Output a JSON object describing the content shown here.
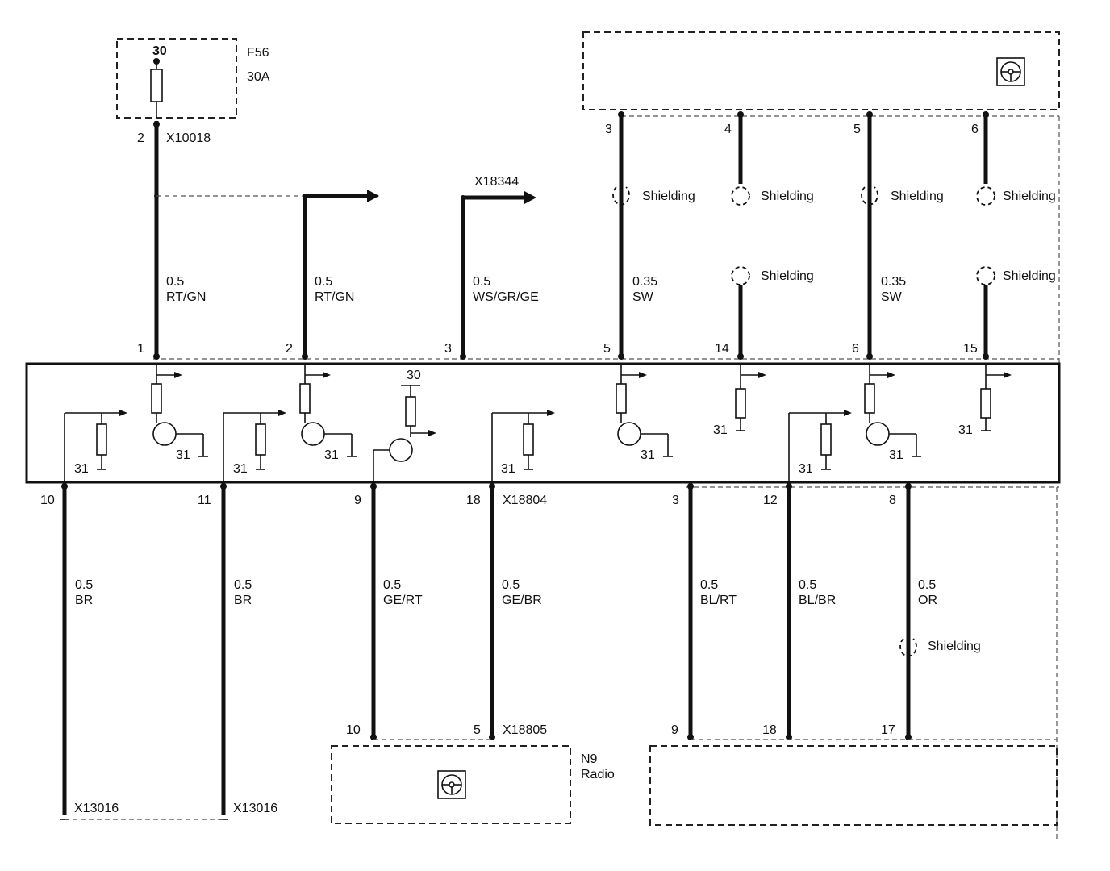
{
  "fuse": {
    "pin": "30",
    "name": "F56",
    "rating": "30A",
    "pin_out": "2",
    "connector": "X10018"
  },
  "branch": {
    "connector": "X18344"
  },
  "shielding_label": "Shielding",
  "ground": "31",
  "supply": "30",
  "top_wires": [
    {
      "top_pin": "",
      "size": "0.5",
      "color": "RT/GN",
      "bottom_pin": "1"
    },
    {
      "top_pin": "",
      "size": "0.5",
      "color": "RT/GN",
      "bottom_pin": "2"
    },
    {
      "top_pin": "",
      "size": "0.5",
      "color": "WS/GR/GE",
      "bottom_pin": "3"
    },
    {
      "top_pin": "3",
      "size": "0.35",
      "color": "SW",
      "bottom_pin": "5"
    },
    {
      "top_pin": "4",
      "size": "",
      "color": "",
      "bottom_pin": "14"
    },
    {
      "top_pin": "5",
      "size": "0.35",
      "color": "SW",
      "bottom_pin": "6"
    },
    {
      "top_pin": "6",
      "size": "",
      "color": "",
      "bottom_pin": "15"
    }
  ],
  "bottom_wires": [
    {
      "top_pin": "10",
      "size": "0.5",
      "color": "BR",
      "end_pin": "",
      "end_connector": "X13016"
    },
    {
      "top_pin": "11",
      "size": "0.5",
      "color": "BR",
      "end_pin": "",
      "end_connector": "X13016"
    },
    {
      "top_pin": "9",
      "size": "0.5",
      "color": "GE/RT",
      "end_pin": "10",
      "end_connector": ""
    },
    {
      "top_pin": "18",
      "size": "0.5",
      "color": "GE/BR",
      "end_pin": "5",
      "end_connector": "X18805"
    },
    {
      "top_pin": "3",
      "size": "0.5",
      "color": "BL/RT",
      "end_pin": "9",
      "end_connector": ""
    },
    {
      "top_pin": "12",
      "size": "0.5",
      "color": "BL/BR",
      "end_pin": "18",
      "end_connector": ""
    },
    {
      "top_pin": "8",
      "size": "0.5",
      "color": "OR",
      "end_pin": "17",
      "end_connector": ""
    }
  ],
  "bottom_connector_18": "X18804",
  "radio": {
    "name": "N9",
    "label": "Radio"
  }
}
